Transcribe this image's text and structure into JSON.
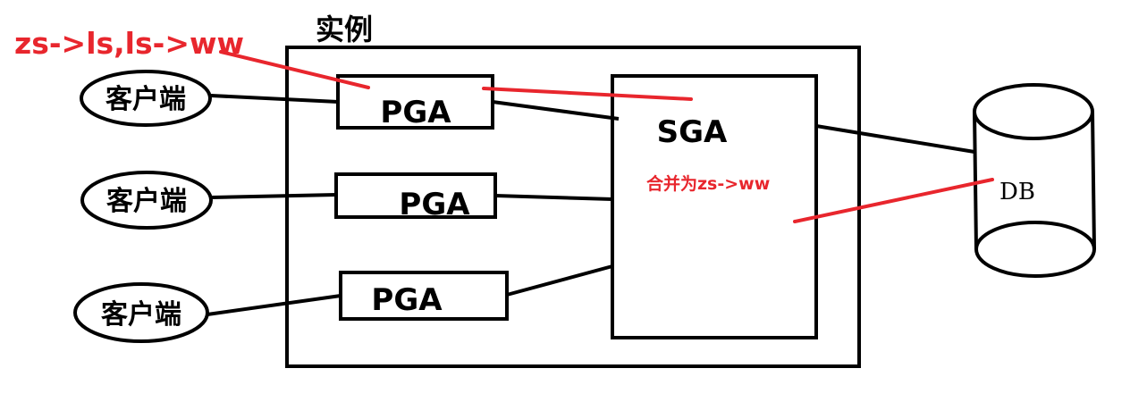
{
  "instance": {
    "title": "实例"
  },
  "annotations": {
    "merge_sequence": "zs->ls,ls->ww",
    "merge_result": "合并为zs->ww"
  },
  "clients": [
    {
      "label": "客户端"
    },
    {
      "label": "客户端"
    },
    {
      "label": "客户端"
    }
  ],
  "pgas": [
    {
      "label": "PGA"
    },
    {
      "label": "PGA"
    },
    {
      "label": "PGA"
    }
  ],
  "sga": {
    "label": "SGA"
  },
  "db": {
    "label": "DB"
  },
  "colors": {
    "annotation": "#e8262d",
    "stroke": "#000000"
  }
}
